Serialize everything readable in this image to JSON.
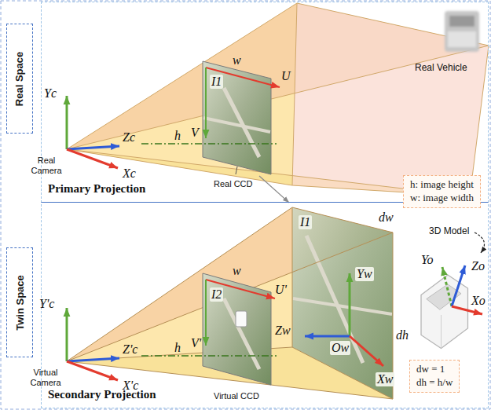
{
  "diagram": {
    "nodes": [
      {
        "text": [
          "Real Space"
        ]
      },
      {
        "text": [
          "Primary Projection"
        ]
      },
      {
        "text": [
          "h: image height",
          "w: image width"
        ],
        "in": 1
      },
      {
        "text": [
          "Twin Space"
        ]
      },
      {
        "text": [
          "Secondary Projection"
        ]
      },
      {
        "text": [
          "dw = 1",
          "dh = h/w"
        ],
        "in": 4
      }
    ],
    "labels": [
      "Yc",
      "Zc",
      "Xc",
      "Real Camera",
      "w",
      "I1",
      "U",
      "h",
      "V",
      "Real CCD",
      "Real Vehicle",
      "Y'c",
      "Z'c",
      "X'c",
      "Virtual Camera",
      "w",
      "I2",
      "U'",
      "h",
      "V'",
      "Virtual CCD",
      "I1",
      "dw",
      "Yw",
      "Zw",
      "Ow",
      "Xw",
      "dh",
      "3D Model",
      "Yo",
      "Zo",
      "Xo"
    ]
  }
}
